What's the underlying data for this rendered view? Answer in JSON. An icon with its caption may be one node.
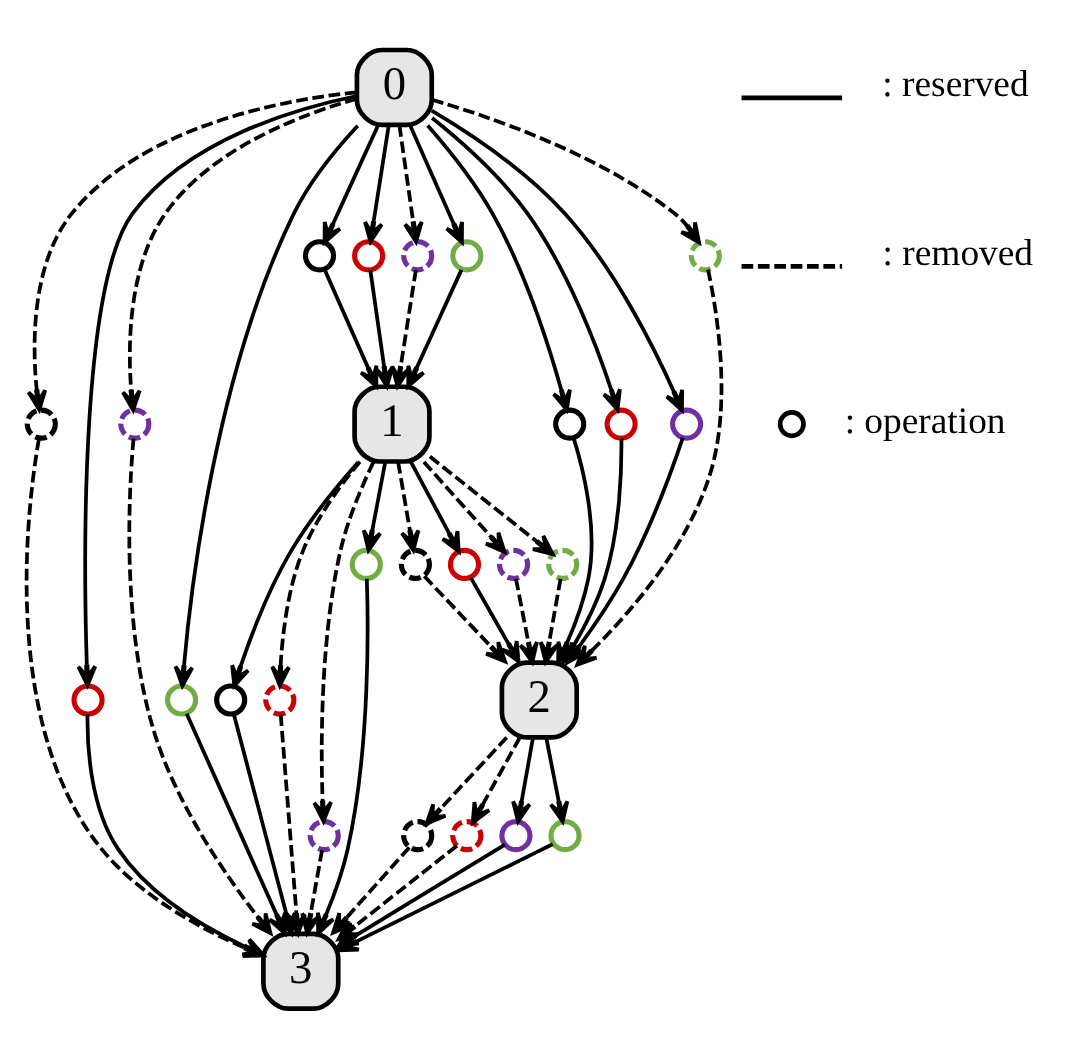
{
  "diagram": {
    "nodes": [
      {
        "text": [
          "0"
        ]
      },
      {
        "text": [
          "1"
        ]
      },
      {
        "text": [
          "2"
        ]
      },
      {
        "text": [
          "3"
        ]
      },
      {
        "text": [],
        "shape": "circle"
      },
      {
        "text": [],
        "shape": "circle"
      },
      {
        "text": [],
        "shape": "circle"
      },
      {
        "text": [],
        "shape": "circle"
      },
      {
        "text": [],
        "shape": "circle"
      },
      {
        "text": [],
        "shape": "circle"
      },
      {
        "text": [],
        "shape": "circle"
      },
      {
        "text": [],
        "shape": "circle"
      },
      {
        "text": [],
        "shape": "circle"
      },
      {
        "text": [],
        "shape": "circle"
      },
      {
        "text": [],
        "shape": "circle"
      },
      {
        "text": [],
        "shape": "circle"
      },
      {
        "text": [],
        "shape": "circle"
      },
      {
        "text": [],
        "shape": "circle"
      },
      {
        "text": [],
        "shape": "circle"
      },
      {
        "text": [],
        "shape": "circle"
      },
      {
        "text": [],
        "shape": "circle"
      },
      {
        "text": [],
        "shape": "circle"
      },
      {
        "text": [],
        "shape": "circle"
      },
      {
        "text": [],
        "shape": "circle"
      },
      {
        "text": [],
        "shape": "circle"
      },
      {
        "text": [],
        "shape": "circle"
      },
      {
        "text": [],
        "shape": "circle"
      },
      {
        "text": [],
        "shape": "circle"
      }
    ],
    "edges": [
      {
        "from": 0,
        "to": 4,
        "arrow": "to"
      },
      {
        "from": 4,
        "to": 1,
        "arrow": "to"
      },
      {
        "from": 0,
        "to": 5,
        "arrow": "to"
      },
      {
        "from": 5,
        "to": 1,
        "arrow": "to"
      },
      {
        "from": 0,
        "to": 6,
        "arrow": "to",
        "style": "dashed"
      },
      {
        "from": 6,
        "to": 1,
        "arrow": "to",
        "style": "dashed"
      },
      {
        "from": 0,
        "to": 7,
        "arrow": "to"
      },
      {
        "from": 7,
        "to": 1,
        "arrow": "to"
      },
      {
        "from": 0,
        "to": 8,
        "arrow": "to"
      },
      {
        "from": 8,
        "to": 2,
        "arrow": "to"
      },
      {
        "from": 0,
        "to": 9,
        "arrow": "to"
      },
      {
        "from": 9,
        "to": 2,
        "arrow": "to"
      },
      {
        "from": 0,
        "to": 10,
        "arrow": "to"
      },
      {
        "from": 10,
        "to": 2,
        "arrow": "to"
      },
      {
        "from": 0,
        "to": 11,
        "arrow": "to",
        "style": "dashed"
      },
      {
        "from": 11,
        "to": 2,
        "arrow": "to",
        "style": "dashed"
      },
      {
        "from": 0,
        "to": 12,
        "arrow": "to",
        "style": "dashed"
      },
      {
        "from": 12,
        "to": 3,
        "arrow": "to",
        "style": "dashed"
      },
      {
        "from": 0,
        "to": 13,
        "arrow": "to"
      },
      {
        "from": 13,
        "to": 3,
        "arrow": "to"
      },
      {
        "from": 0,
        "to": 14,
        "arrow": "to",
        "style": "dashed"
      },
      {
        "from": 14,
        "to": 3,
        "arrow": "to",
        "style": "dashed"
      },
      {
        "from": 0,
        "to": 15,
        "arrow": "to"
      },
      {
        "from": 15,
        "to": 3,
        "arrow": "to"
      },
      {
        "from": 1,
        "to": 16,
        "arrow": "to",
        "style": "dashed"
      },
      {
        "from": 16,
        "to": 2,
        "arrow": "to",
        "style": "dashed"
      },
      {
        "from": 1,
        "to": 17,
        "arrow": "to"
      },
      {
        "from": 17,
        "to": 2,
        "arrow": "to"
      },
      {
        "from": 1,
        "to": 18,
        "arrow": "to",
        "style": "dashed"
      },
      {
        "from": 18,
        "to": 2,
        "arrow": "to",
        "style": "dashed"
      },
      {
        "from": 1,
        "to": 19,
        "arrow": "to",
        "style": "dashed"
      },
      {
        "from": 19,
        "to": 2,
        "arrow": "to",
        "style": "dashed"
      },
      {
        "from": 1,
        "to": 20,
        "arrow": "to"
      },
      {
        "from": 20,
        "to": 3,
        "arrow": "to"
      },
      {
        "from": 1,
        "to": 21,
        "arrow": "to",
        "style": "dashed"
      },
      {
        "from": 21,
        "to": 3,
        "arrow": "to",
        "style": "dashed"
      },
      {
        "from": 1,
        "to": 22,
        "arrow": "to",
        "style": "dashed"
      },
      {
        "from": 22,
        "to": 3,
        "arrow": "to",
        "style": "dashed"
      },
      {
        "from": 1,
        "to": 23,
        "arrow": "to"
      },
      {
        "from": 23,
        "to": 3,
        "arrow": "to"
      },
      {
        "from": 2,
        "to": 24,
        "arrow": "to",
        "style": "dashed"
      },
      {
        "from": 24,
        "to": 3,
        "arrow": "to",
        "style": "dashed"
      },
      {
        "from": 2,
        "to": 25,
        "arrow": "to",
        "style": "dashed"
      },
      {
        "from": 25,
        "to": 3,
        "arrow": "to",
        "style": "dashed"
      },
      {
        "from": 2,
        "to": 26,
        "arrow": "to"
      },
      {
        "from": 26,
        "to": 3,
        "arrow": "to"
      },
      {
        "from": 2,
        "to": 27,
        "arrow": "to"
      },
      {
        "from": 27,
        "to": 3,
        "arrow": "to"
      }
    ],
    "legend": [
      {
        "text": ": reserved"
      },
      {
        "text": ": removed"
      },
      {
        "text": ": operation"
      }
    ]
  }
}
